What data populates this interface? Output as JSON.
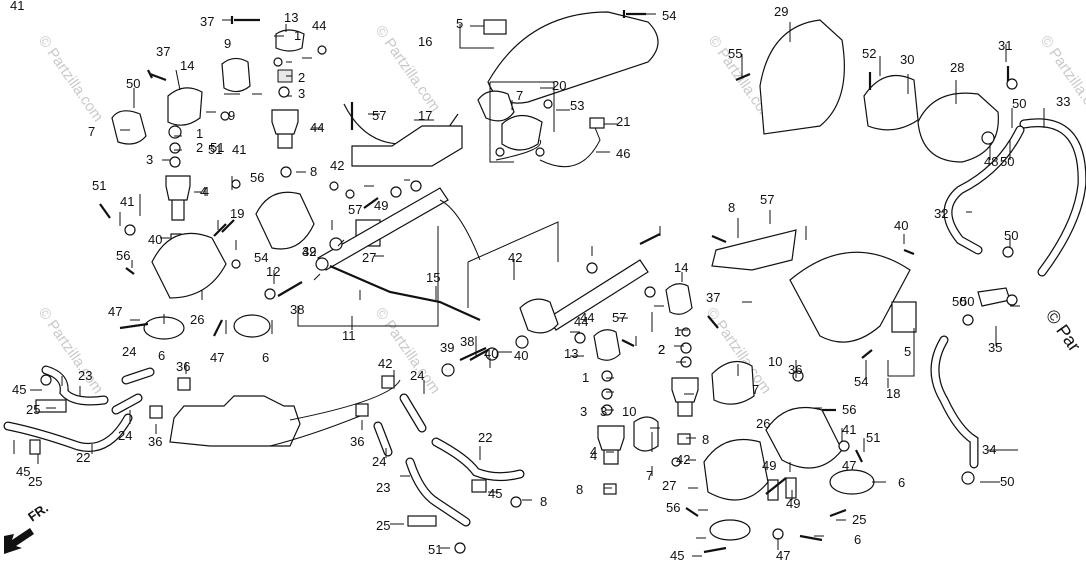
{
  "watermark": "© Partzilla.com",
  "watermark_edge": "© Par",
  "front_marker": "FR.",
  "callouts": [
    "37",
    "13",
    "44",
    "5",
    "54",
    "29",
    "31",
    "1",
    "16",
    "55",
    "52",
    "30",
    "28",
    "9",
    "37",
    "2",
    "50",
    "33",
    "3",
    "20",
    "14",
    "53",
    "57",
    "7",
    "21",
    "50",
    "9",
    "44",
    "4",
    "17",
    "46",
    "1",
    "7",
    "48",
    "50",
    "51",
    "41",
    "42",
    "3",
    "2",
    "8",
    "50",
    "32",
    "56",
    "4",
    "41",
    "57",
    "51",
    "51",
    "49",
    "19",
    "57",
    "8",
    "40",
    "42",
    "27",
    "54",
    "40",
    "39",
    "12",
    "15",
    "42",
    "56",
    "50",
    "38",
    "11",
    "14",
    "50",
    "47",
    "44",
    "37",
    "26",
    "38",
    "1",
    "35",
    "39",
    "44",
    "57",
    "6",
    "47",
    "2",
    "6",
    "40",
    "5",
    "40",
    "13",
    "3",
    "10",
    "24",
    "42",
    "36",
    "45",
    "23",
    "36",
    "1",
    "54",
    "18",
    "24",
    "7",
    "4",
    "25",
    "2",
    "3",
    "10",
    "56",
    "45",
    "26",
    "24",
    "36",
    "8",
    "41",
    "22",
    "36",
    "42",
    "24",
    "4",
    "51",
    "8",
    "34",
    "22",
    "7",
    "49",
    "6",
    "27",
    "50",
    "25",
    "23",
    "25",
    "45",
    "49",
    "8",
    "56",
    "47",
    "25",
    "6",
    "51",
    "45",
    "47",
    "41"
  ],
  "icons": [
    "front-arrow-icon"
  ]
}
